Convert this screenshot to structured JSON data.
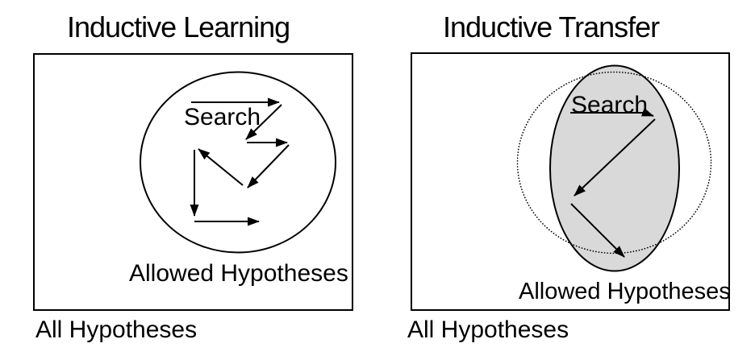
{
  "diagram": {
    "background_color": "#ffffff",
    "line_color": "#000000",
    "transfer_ellipse_fill": "#d9d9d9",
    "panels": [
      {
        "title": "Inductive Learning",
        "search_label": "Search",
        "inner_label": "Allowed Hypotheses",
        "outer_label": "All Hypotheses"
      },
      {
        "title": "Inductive Transfer",
        "search_label": "Search",
        "inner_label": "Allowed Hypotheses",
        "outer_label": "All Hypotheses"
      }
    ]
  }
}
